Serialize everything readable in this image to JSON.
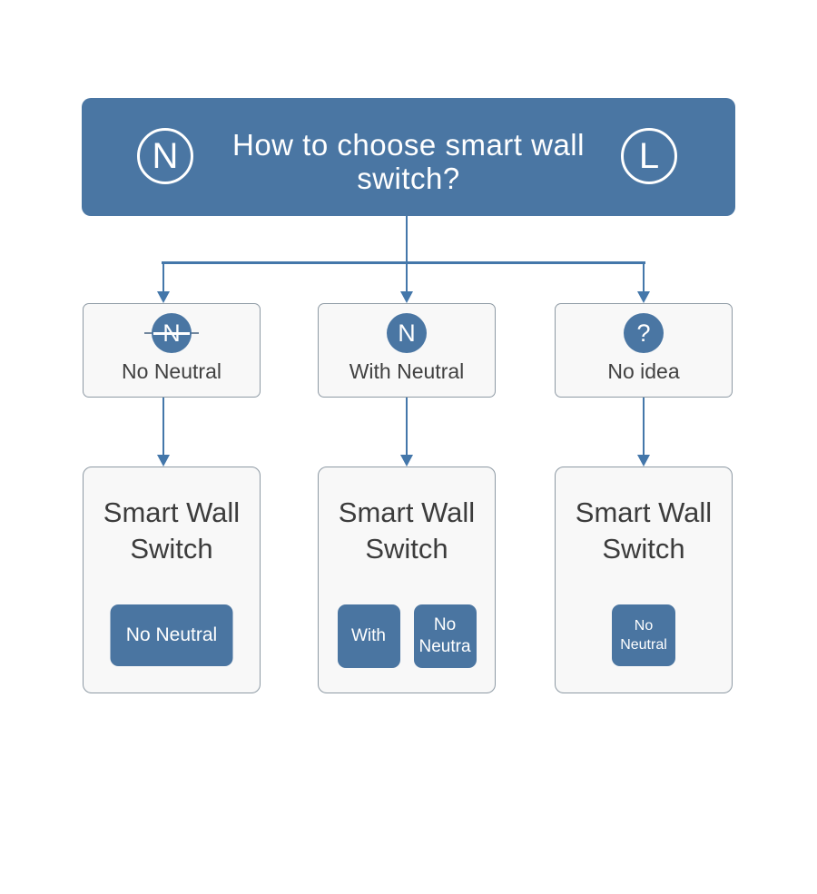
{
  "header": {
    "title": "How to choose smart wall switch?",
    "left_badge": "N",
    "right_badge": "L"
  },
  "results_title": "Smart Wall Switch",
  "branches": [
    {
      "label": "No Neutral",
      "icon": "no-neutral-circle-icon",
      "icon_text": "N",
      "buttons": [
        "No Neutral"
      ]
    },
    {
      "label": "With Neutral",
      "icon": "neutral-circle-icon",
      "icon_text": "N",
      "buttons": [
        "With",
        "No Neutra"
      ]
    },
    {
      "label": "No idea",
      "icon": "question-circle-icon",
      "icon_text": "?",
      "buttons": [
        "No Neutral"
      ]
    }
  ],
  "colors": {
    "primary_blue": "#4a76a3",
    "button_blue": "#4a75a1",
    "arrow_blue": "#4477aa",
    "card_background": "#f8f8f8",
    "card_border": "#8e9aa4",
    "text_dark": "#3c3c3c",
    "text_white": "#ffffff"
  }
}
